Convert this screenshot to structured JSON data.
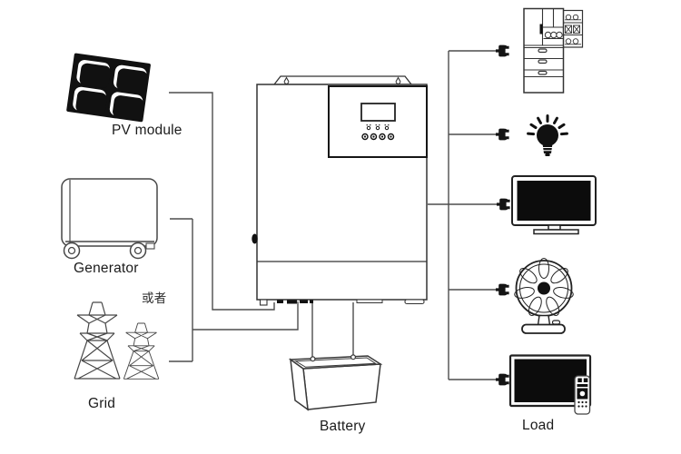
{
  "diagram": {
    "sources": {
      "pv_label": "PV module",
      "generator_label": "Generator",
      "grid_label": "Grid",
      "or_label": "或者"
    },
    "inverter": {
      "icon": "hybrid-inverter",
      "features": [
        "mounting-bracket",
        "lcd-display",
        "led-indicators",
        "buttons",
        "bottom-ports"
      ]
    },
    "storage": {
      "battery_label": "Battery"
    },
    "load": {
      "load_label": "Load",
      "devices": [
        "refrigerator",
        "light-bulb",
        "monitor",
        "fan",
        "television-with-remote"
      ],
      "plug_icon": "power-plug"
    },
    "colors": {
      "wire": "#4d4d4d",
      "outline": "#2e2e2e",
      "solid_fill": "#111111",
      "background": "#ffffff"
    }
  }
}
